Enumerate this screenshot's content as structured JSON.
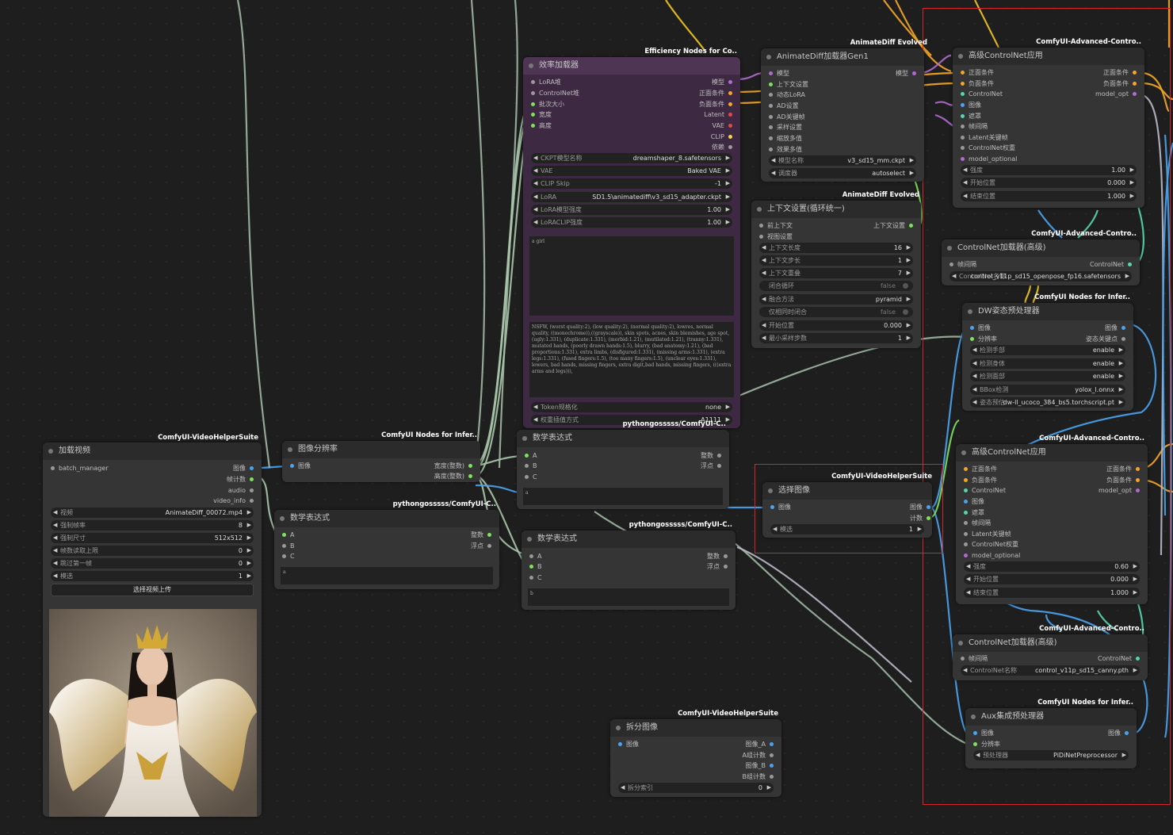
{
  "colors": {
    "canvas": "#1e1e1e",
    "node": "#353535",
    "node_purple": "#3d2a42",
    "highlight": "#d8242c"
  },
  "nodes": {
    "load_video": {
      "badge": "ComfyUI-VideoHelperSuite",
      "title": "加载视频",
      "inputs": [
        "batch_manager"
      ],
      "outputs": [
        "图像",
        "帧计数",
        "audio",
        "video_info"
      ],
      "widgets": [
        {
          "l": "视频",
          "v": "AnimateDiff_00072.mp4"
        },
        {
          "l": "强制帧率",
          "v": "8"
        },
        {
          "l": "强制尺寸",
          "v": "512x512"
        },
        {
          "l": "帧数读取上限",
          "v": "0"
        },
        {
          "l": "跳过第一帧",
          "v": "0"
        },
        {
          "l": "模选",
          "v": "1"
        }
      ],
      "button": "选择视频上传"
    },
    "image_res": {
      "badge": "ComfyUI Nodes for Infer..",
      "title": "图像分辨率",
      "inputs": [
        "图像"
      ],
      "outputs": [
        "宽度(整数)",
        "高度(整数)"
      ]
    },
    "math1": {
      "badge": "pythongosssss/ComfyUI-C..",
      "title": "数学表达式",
      "inputs": [
        "A",
        "B",
        "C"
      ],
      "outputs": [
        "整数",
        "浮点"
      ],
      "text": "a"
    },
    "math2": {
      "badge": "pythongosssss/ComfyUI-C..",
      "title": "数学表达式",
      "inputs": [
        "A",
        "B",
        "C"
      ],
      "outputs": [
        "整数",
        "浮点"
      ],
      "text": "a"
    },
    "math3": {
      "badge": "pythongosssss/ComfyUI-C..",
      "title": "数学表达式",
      "inputs": [
        "A",
        "B",
        "C"
      ],
      "outputs": [
        "整数",
        "浮点"
      ],
      "text": "b"
    },
    "efficiency": {
      "badge": "Efficiency Nodes for Co..",
      "title": "效率加载器",
      "inputs": [
        "LoRA堆",
        "ControlNet堆",
        "批次大小",
        "宽度",
        "高度"
      ],
      "outputs": [
        "模型",
        "正面条件",
        "负面条件",
        "Latent",
        "VAE",
        "CLIP",
        "依赖"
      ],
      "widgets": [
        {
          "l": "CKPT模型名称",
          "v": "dreamshaper_8.safetensors"
        },
        {
          "l": "VAE",
          "v": "Baked VAE"
        },
        {
          "l": "CLIP Skip",
          "v": "-1"
        },
        {
          "l": "LoRA",
          "v": "SD1.5\\animatediff\\v3_sd15_adapter.ckpt"
        },
        {
          "l": "LoRA模型强度",
          "v": "1.00"
        },
        {
          "l": "LoRACLIP强度",
          "v": "1.00"
        }
      ],
      "positive": "a girl",
      "negative": "NSFW, (worst quality:2), (low quality:2), (normal quality:2), lowres, normal quality, ((monochrome)),((grayscale)), skin spots, acnes, skin blemishes, age spot, (ugly:1.331), (duplicate:1.331), (morbid:1.21), (mutilated:1.21), (tranny:1.331), mutated hands, (poorly drawn hands:1.5), blurry, (bad anatomy:1.21), (bad proportions:1.331), extra limbs, (disfigured:1.331), (missing arms:1.331), (extra legs:1.331), (fused fingers:1.5), (too many fingers:1.5), (unclear eyes:1.331), lowers, bad hands, missing fingers, extra digit,bad hands, missing fingers, (((extra arms and legs))),",
      "widgets2": [
        {
          "l": "Token规格化",
          "v": "none"
        },
        {
          "l": "权重插值方式",
          "v": "A1111"
        }
      ]
    },
    "animatediff": {
      "badge": "AnimateDiff Evolved",
      "title": "AnimateDiff加载器Gen1",
      "inputs": [
        "模型",
        "上下文设置",
        "动态LoRA",
        "AD设置",
        "AD关键帧",
        "采样设置",
        "缩放多值",
        "效果多值"
      ],
      "outputs": [
        "模型"
      ],
      "widgets": [
        {
          "l": "模型名称",
          "v": "v3_sd15_mm.ckpt"
        },
        {
          "l": "调度器",
          "v": "autoselect"
        }
      ]
    },
    "context": {
      "badge": "AnimateDiff Evolved",
      "title": "上下文设置(循环统一)",
      "inputs": [
        "前上下文",
        "视图设置"
      ],
      "outputs": [
        "上下文设置"
      ],
      "widgets": [
        {
          "l": "上下文长度",
          "v": "16"
        },
        {
          "l": "上下文步长",
          "v": "1"
        },
        {
          "l": "上下文重叠",
          "v": "7"
        }
      ],
      "toggle1": {
        "l": "闭合循环",
        "v": "false"
      },
      "widgets_b": [
        {
          "l": "融合方法",
          "v": "pyramid"
        }
      ],
      "toggle2": {
        "l": "仅相同时闭合",
        "v": "false"
      },
      "widgets_c": [
        {
          "l": "开始位置",
          "v": "0.000"
        },
        {
          "l": "最小采样步数",
          "v": "1"
        }
      ]
    },
    "cn_apply1": {
      "badge": "ComfyUI-Advanced-Contro..",
      "title": "高级ControlNet应用",
      "inputs": [
        "正面条件",
        "负面条件",
        "ControlNet",
        "图像",
        "遮罩",
        "帧间隔",
        "Latent关键帧",
        "ControlNet权重",
        "model_optional"
      ],
      "outputs": [
        "正面条件",
        "负面条件",
        "model_opt"
      ],
      "widgets": [
        {
          "l": "强度",
          "v": "1.00"
        },
        {
          "l": "开始位置",
          "v": "0.000"
        },
        {
          "l": "结束位置",
          "v": "1.000"
        }
      ]
    },
    "cn_loader1": {
      "badge": "ComfyUI-Advanced-Contro..",
      "title": "ControlNet加载器(高级)",
      "inputs": [
        "帧间隔"
      ],
      "outputs": [
        "ControlNet"
      ],
      "widgets": [
        {
          "l": "ControlNet名称",
          "v": "control_v11p_sd15_openpose_fp16.safetensors"
        }
      ]
    },
    "dwpose": {
      "badge": "ComfyUI Nodes for Infer..",
      "title": "DW姿态预处理器",
      "inputs": [
        "图像",
        "分辨率"
      ],
      "outputs": [
        "图像",
        "姿态关键点"
      ],
      "widgets": [
        {
          "l": "检测手部",
          "v": "enable"
        },
        {
          "l": "检测身体",
          "v": "enable"
        },
        {
          "l": "检测面部",
          "v": "enable"
        },
        {
          "l": "BBox检测",
          "v": "yolox_l.onnx"
        },
        {
          "l": "姿态预估",
          "v": "dw-ll_ucoco_384_bs5.torchscript.pt"
        }
      ]
    },
    "select_image": {
      "badge": "ComfyUI-VideoHelperSuite",
      "title": "选择图像",
      "inputs": [
        "图像"
      ],
      "outputs": [
        "图像",
        "计数"
      ],
      "widgets": [
        {
          "l": "模选",
          "v": "1"
        }
      ]
    },
    "cn_apply2": {
      "badge": "ComfyUI-Advanced-Contro..",
      "title": "高级ControlNet应用",
      "inputs": [
        "正面条件",
        "负面条件",
        "ControlNet",
        "图像",
        "遮罩",
        "帧间隔",
        "Latent关键帧",
        "ControlNet权重",
        "model_optional"
      ],
      "outputs": [
        "正面条件",
        "负面条件",
        "model_opt"
      ],
      "widgets": [
        {
          "l": "强度",
          "v": "0.60"
        },
        {
          "l": "开始位置",
          "v": "0.000"
        },
        {
          "l": "结束位置",
          "v": "1.000"
        }
      ]
    },
    "cn_loader2": {
      "badge": "ComfyUI-Advanced-Contro..",
      "title": "ControlNet加载器(高级)",
      "inputs": [
        "帧间隔"
      ],
      "outputs": [
        "ControlNet"
      ],
      "widgets": [
        {
          "l": "ControlNet名称",
          "v": "control_v11p_sd15_canny.pth"
        }
      ]
    },
    "aux": {
      "badge": "ComfyUI Nodes for Infer..",
      "title": "Aux集成预处理器",
      "inputs": [
        "图像",
        "分辨率"
      ],
      "outputs": [
        "图像"
      ],
      "widgets": [
        {
          "l": "预处理器",
          "v": "PiDiNetPreprocessor"
        }
      ]
    },
    "split_image": {
      "badge": "ComfyUI-VideoHelperSuite",
      "title": "拆分图像",
      "inputs": [
        "图像"
      ],
      "outputs": [
        "图像_A",
        "A组计数",
        "图像_B",
        "B组计数"
      ],
      "widgets": [
        {
          "l": "拆分索引",
          "v": "0"
        }
      ]
    }
  }
}
